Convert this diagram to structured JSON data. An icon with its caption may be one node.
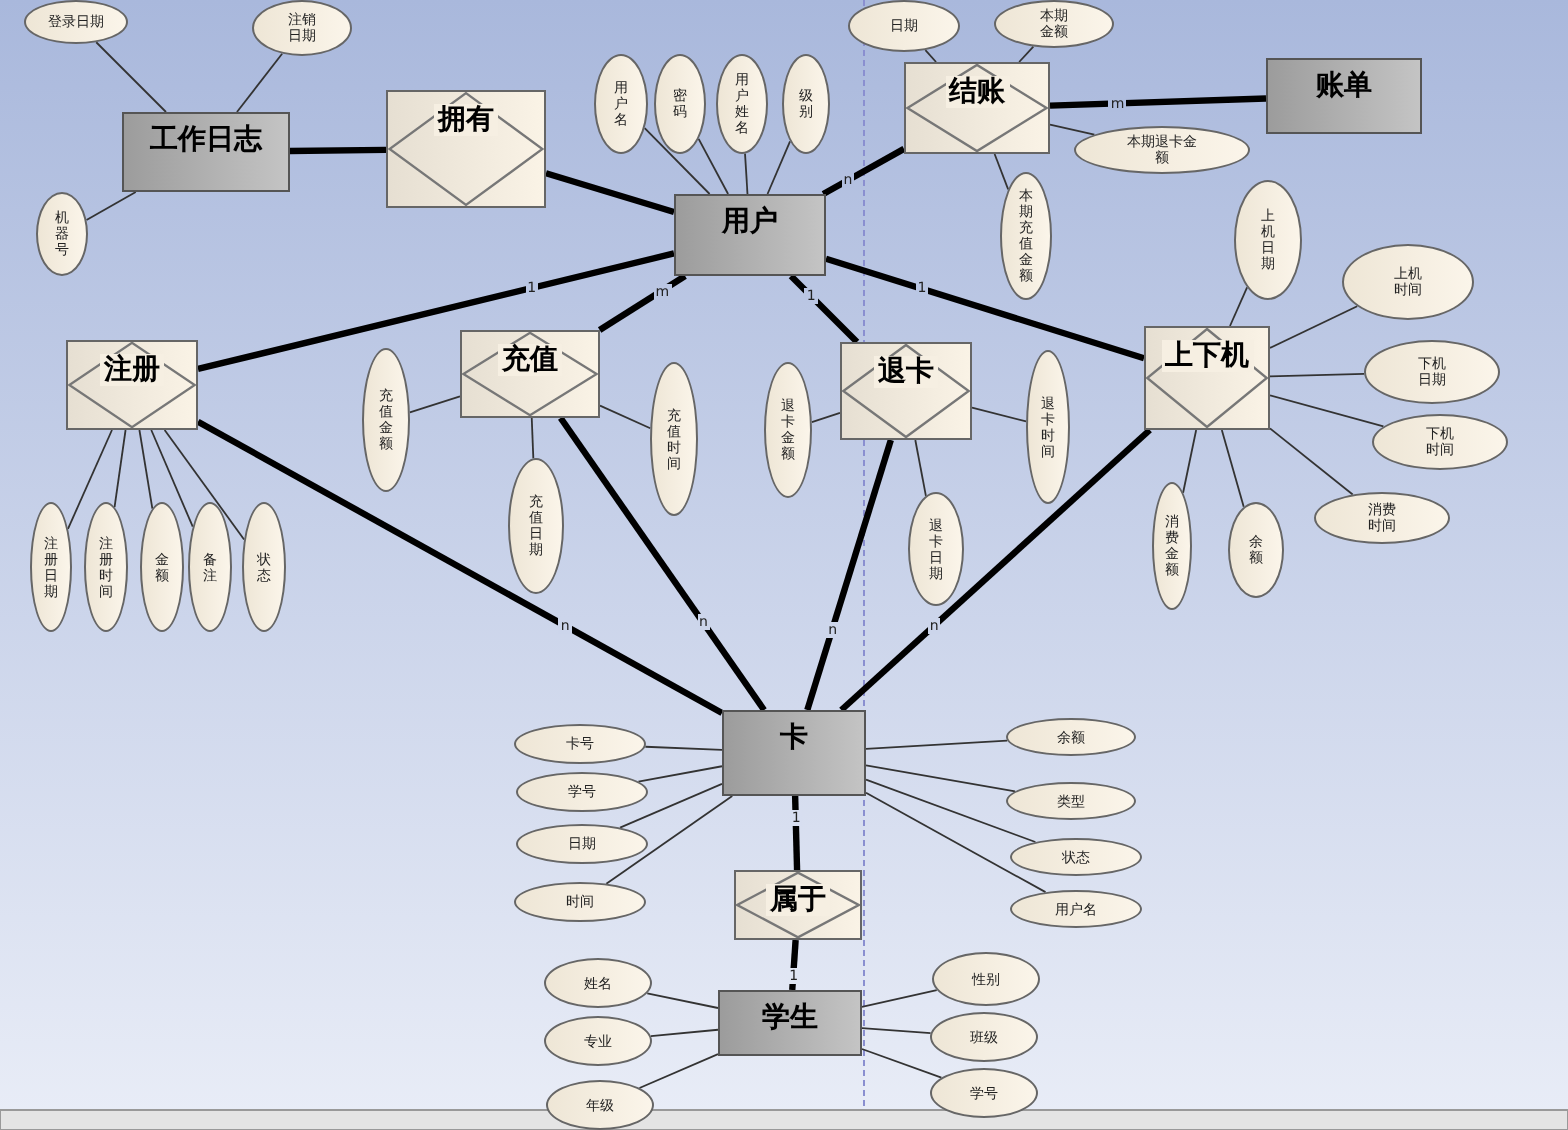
{
  "diagram": {
    "nodes": [
      {
        "text": [
          "工作日志"
        ]
      },
      {
        "text": [
          "拥有"
        ]
      },
      {
        "text": [
          "用户"
        ]
      },
      {
        "text": [
          "结账"
        ]
      },
      {
        "text": [
          "账单"
        ]
      },
      {
        "text": [
          "注册"
        ]
      },
      {
        "text": [
          "充值"
        ]
      },
      {
        "text": [
          "退卡"
        ]
      },
      {
        "text": [
          "上下机"
        ]
      },
      {
        "text": [
          "卡"
        ]
      },
      {
        "text": [
          "属于"
        ]
      },
      {
        "text": [
          "学生"
        ]
      },
      {
        "text": [
          "登录日期"
        ]
      },
      {
        "text": [
          "注销日期"
        ]
      },
      {
        "text": [
          "机器号"
        ]
      },
      {
        "text": [
          "用户名"
        ]
      },
      {
        "text": [
          "密码"
        ]
      },
      {
        "text": [
          "用户姓名"
        ]
      },
      {
        "text": [
          "级别"
        ]
      },
      {
        "text": [
          "日期"
        ]
      },
      {
        "text": [
          "本期金额"
        ]
      },
      {
        "text": [
          "本期退卡金额"
        ]
      },
      {
        "text": [
          "本期充值金额"
        ]
      },
      {
        "text": [
          "上机日期"
        ]
      },
      {
        "text": [
          "上机时间"
        ]
      },
      {
        "text": [
          "下机日期"
        ]
      },
      {
        "text": [
          "下机时间"
        ]
      },
      {
        "text": [
          "消费时间"
        ]
      },
      {
        "text": [
          "消费金额"
        ]
      },
      {
        "text": [
          "余额"
        ]
      },
      {
        "text": [
          "注册日期"
        ]
      },
      {
        "text": [
          "注册时间"
        ]
      },
      {
        "text": [
          "金额"
        ]
      },
      {
        "text": [
          "备注"
        ]
      },
      {
        "text": [
          "状态"
        ]
      },
      {
        "text": [
          "充值金额"
        ]
      },
      {
        "text": [
          "充值时间"
        ]
      },
      {
        "text": [
          "充值日期"
        ]
      },
      {
        "text": [
          "退卡金额"
        ]
      },
      {
        "text": [
          "退卡时间"
        ]
      },
      {
        "text": [
          "退卡日期"
        ]
      },
      {
        "text": [
          "卡号"
        ]
      },
      {
        "text": [
          "学号"
        ]
      },
      {
        "text": [
          "日期"
        ]
      },
      {
        "text": [
          "时间"
        ]
      },
      {
        "text": [
          "余额"
        ]
      },
      {
        "text": [
          "类型"
        ]
      },
      {
        "text": [
          "状态"
        ]
      },
      {
        "text": [
          "用户名"
        ]
      },
      {
        "text": [
          "姓名"
        ]
      },
      {
        "text": [
          "专业"
        ]
      },
      {
        "text": [
          "年级"
        ]
      },
      {
        "text": [
          "性别"
        ]
      },
      {
        "text": [
          "班级"
        ]
      },
      {
        "text": [
          "学号"
        ]
      }
    ],
    "edges": [
      {
        "from": 0,
        "to": 1,
        "arrow": "none",
        "style": "thick"
      },
      {
        "from": 1,
        "to": 2,
        "arrow": "none",
        "style": "thick"
      },
      {
        "from": 2,
        "to": 3,
        "arrow": "none",
        "style": "thick",
        "label": "n"
      },
      {
        "from": 3,
        "to": 4,
        "arrow": "none",
        "style": "thick",
        "label": "m"
      },
      {
        "from": 2,
        "to": 5,
        "arrow": "none",
        "style": "thick",
        "label": "1"
      },
      {
        "from": 2,
        "to": 6,
        "arrow": "none",
        "style": "thick",
        "label": "m"
      },
      {
        "from": 2,
        "to": 7,
        "arrow": "none",
        "style": "thick",
        "label": "1"
      },
      {
        "from": 2,
        "to": 8,
        "arrow": "none",
        "style": "thick",
        "label": "1"
      },
      {
        "from": 9,
        "to": 5,
        "arrow": "none",
        "style": "thick",
        "label": "n"
      },
      {
        "from": 9,
        "to": 6,
        "arrow": "none",
        "style": "thick",
        "label": "n"
      },
      {
        "from": 9,
        "to": 7,
        "arrow": "none",
        "style": "thick",
        "label": "n"
      },
      {
        "from": 9,
        "to": 8,
        "arrow": "none",
        "style": "thick",
        "label": "n"
      },
      {
        "from": 9,
        "to": 10,
        "arrow": "none",
        "style": "thick",
        "label": "1"
      },
      {
        "from": 11,
        "to": 10,
        "arrow": "none",
        "style": "thick",
        "label": "1"
      },
      {
        "from": 0,
        "to": 12,
        "arrow": "none"
      },
      {
        "from": 0,
        "to": 13,
        "arrow": "none"
      },
      {
        "from": 0,
        "to": 14,
        "arrow": "none"
      },
      {
        "from": 2,
        "to": 15,
        "arrow": "none"
      },
      {
        "from": 2,
        "to": 16,
        "arrow": "none"
      },
      {
        "from": 2,
        "to": 17,
        "arrow": "none"
      },
      {
        "from": 2,
        "to": 18,
        "arrow": "none"
      },
      {
        "from": 3,
        "to": 19,
        "arrow": "none"
      },
      {
        "from": 3,
        "to": 20,
        "arrow": "none"
      },
      {
        "from": 3,
        "to": 21,
        "arrow": "none"
      },
      {
        "from": 3,
        "to": 22,
        "arrow": "none"
      },
      {
        "from": 8,
        "to": 23,
        "arrow": "none"
      },
      {
        "from": 8,
        "to": 24,
        "arrow": "none"
      },
      {
        "from": 8,
        "to": 25,
        "arrow": "none"
      },
      {
        "from": 8,
        "to": 26,
        "arrow": "none"
      },
      {
        "from": 8,
        "to": 27,
        "arrow": "none"
      },
      {
        "from": 8,
        "to": 28,
        "arrow": "none"
      },
      {
        "from": 8,
        "to": 29,
        "arrow": "none"
      },
      {
        "from": 5,
        "to": 30,
        "arrow": "none"
      },
      {
        "from": 5,
        "to": 31,
        "arrow": "none"
      },
      {
        "from": 5,
        "to": 32,
        "arrow": "none"
      },
      {
        "from": 5,
        "to": 33,
        "arrow": "none"
      },
      {
        "from": 5,
        "to": 34,
        "arrow": "none"
      },
      {
        "from": 6,
        "to": 35,
        "arrow": "none"
      },
      {
        "from": 6,
        "to": 36,
        "arrow": "none"
      },
      {
        "from": 6,
        "to": 37,
        "arrow": "none"
      },
      {
        "from": 7,
        "to": 38,
        "arrow": "none"
      },
      {
        "from": 7,
        "to": 39,
        "arrow": "none"
      },
      {
        "from": 7,
        "to": 40,
        "arrow": "none"
      },
      {
        "from": 9,
        "to": 41,
        "arrow": "none"
      },
      {
        "from": 9,
        "to": 42,
        "arrow": "none"
      },
      {
        "from": 9,
        "to": 43,
        "arrow": "none"
      },
      {
        "from": 9,
        "to": 44,
        "arrow": "none"
      },
      {
        "from": 9,
        "to": 45,
        "arrow": "none"
      },
      {
        "from": 9,
        "to": 46,
        "arrow": "none"
      },
      {
        "from": 9,
        "to": 47,
        "arrow": "none"
      },
      {
        "from": 9,
        "to": 48,
        "arrow": "none"
      },
      {
        "from": 11,
        "to": 49,
        "arrow": "none"
      },
      {
        "from": 11,
        "to": 50,
        "arrow": "none"
      },
      {
        "from": 11,
        "to": 51,
        "arrow": "none"
      },
      {
        "from": 11,
        "to": 52,
        "arrow": "none"
      },
      {
        "from": 11,
        "to": 53,
        "arrow": "none"
      },
      {
        "from": 11,
        "to": 54,
        "arrow": "none"
      }
    ]
  }
}
